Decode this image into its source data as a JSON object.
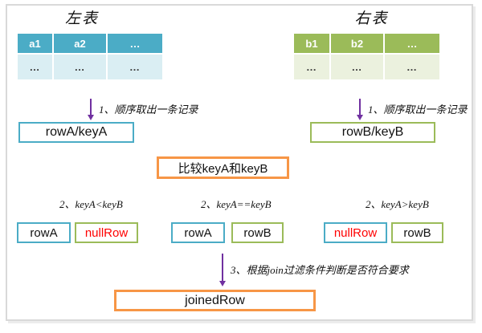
{
  "colors": {
    "teal": "#4BACC6",
    "teal_light": "#DAEEF3",
    "green": "#9BBB59",
    "green_light": "#EBF1DE",
    "orange": "#F79646",
    "purple": "#7030A0",
    "red": "#FF0000",
    "frame_gray": "#D9D9D9"
  },
  "left_table": {
    "title": "左表",
    "headers": [
      "a1",
      "a2",
      "…"
    ],
    "row": [
      "…",
      "…",
      "…"
    ]
  },
  "right_table": {
    "title": "右表",
    "headers": [
      "b1",
      "b2",
      "…"
    ],
    "row": [
      "…",
      "…",
      "…"
    ]
  },
  "step1": {
    "left_label": "1、顺序取出一条记录",
    "right_label": "1、顺序取出一条记录"
  },
  "rowA_box": "rowA/keyA",
  "rowB_box": "rowB/keyB",
  "compare_box": "比较keyA和keyB",
  "cases": [
    {
      "label": "2、keyA<keyB",
      "boxes": [
        {
          "text": "rowA"
        },
        {
          "text": "nullRow"
        }
      ]
    },
    {
      "label": "2、keyA==keyB",
      "boxes": [
        {
          "text": "rowA"
        },
        {
          "text": "rowB"
        }
      ]
    },
    {
      "label": "2、keyA>keyB",
      "boxes": [
        {
          "text": "nullRow"
        },
        {
          "text": "rowB"
        }
      ]
    }
  ],
  "step3_label": "3、根据join过滤条件判断是否符合要求",
  "joined_box": "joinedRow"
}
